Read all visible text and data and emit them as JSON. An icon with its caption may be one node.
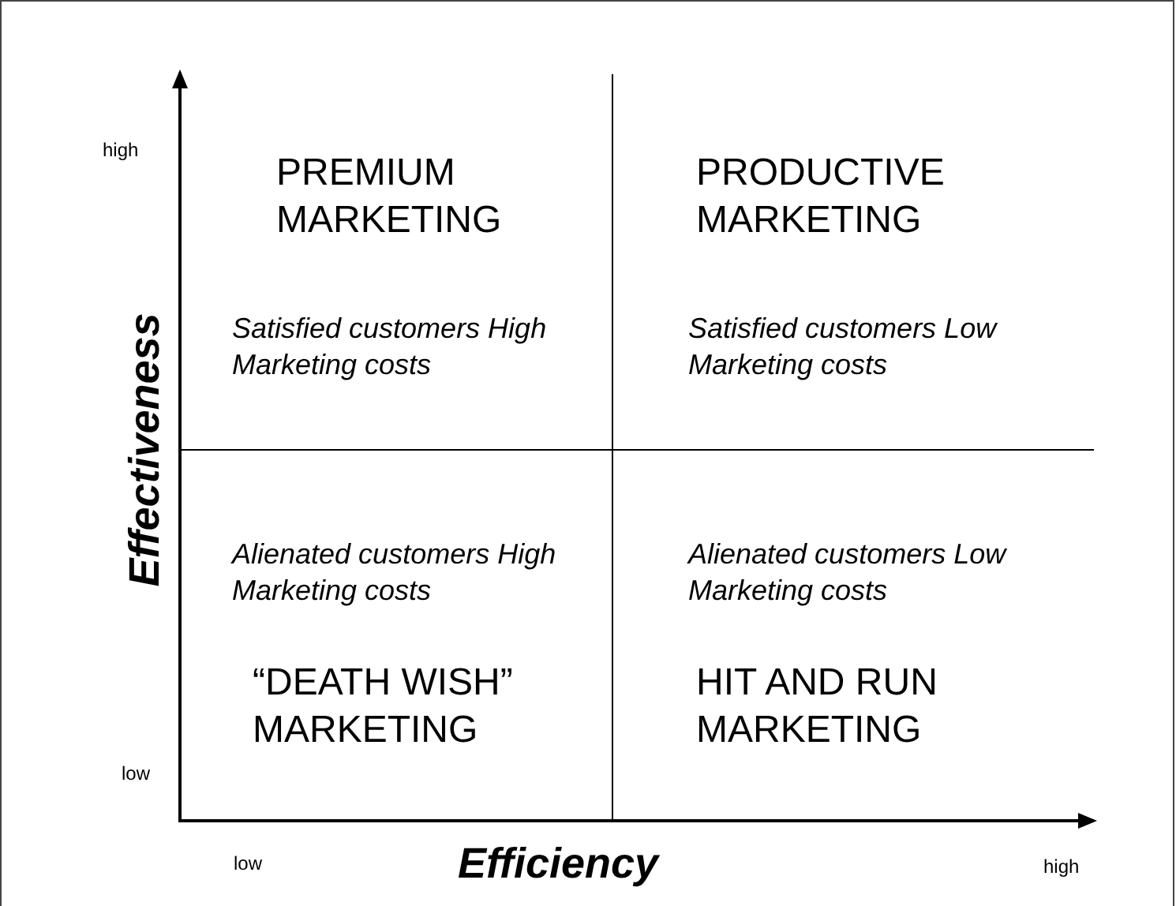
{
  "diagram": {
    "nodes": [
      {
        "text": [
          "PREMIUM MARKETING",
          "Satisfied customers High Marketing costs"
        ]
      },
      {
        "text": [
          "PRODUCTIVE MARKETING",
          "Satisfied customers Low Marketing costs"
        ]
      },
      {
        "text": [
          "Alienated customers High Marketing costs",
          "“DEATH WISH” MARKETING"
        ]
      },
      {
        "text": [
          "Alienated customers Low Marketing costs",
          "HIT AND RUN MARKETING"
        ]
      }
    ],
    "edges": [],
    "labels": [
      "high",
      "Effectiveness",
      "low",
      "low",
      "Efficiency",
      "high"
    ]
  }
}
